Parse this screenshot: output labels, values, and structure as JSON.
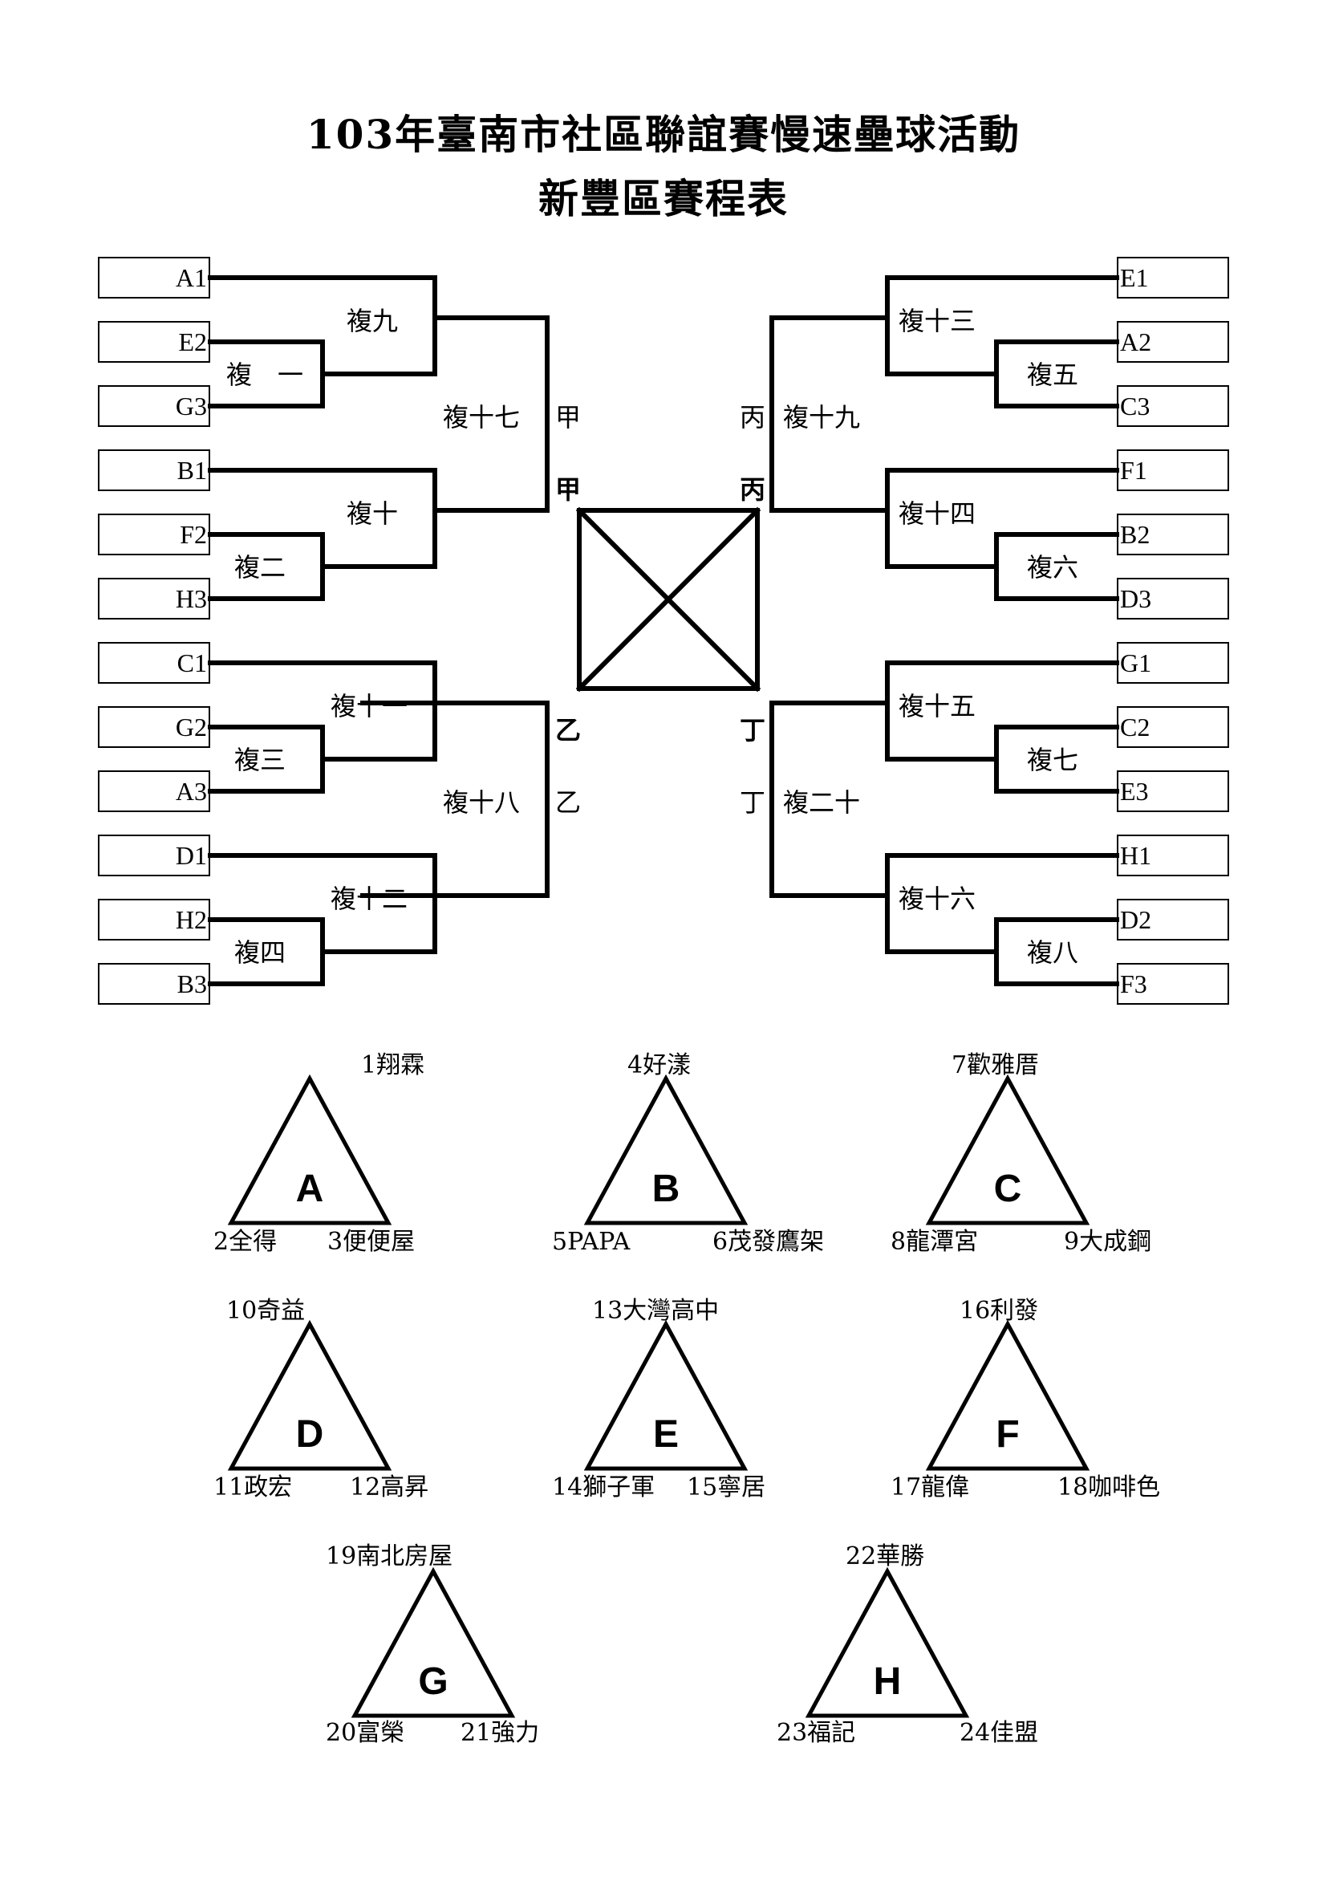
{
  "title": {
    "line1": "103年臺南市社區聯誼賽慢速壘球活動",
    "line2": "新豐區賽程表"
  },
  "bracket": {
    "left_slots": [
      "A1",
      "E2",
      "G3",
      "B1",
      "F2",
      "H3",
      "C1",
      "G2",
      "A3",
      "D1",
      "H2",
      "B3"
    ],
    "right_slots": [
      "E1",
      "A2",
      "C3",
      "F1",
      "B2",
      "D3",
      "G1",
      "C2",
      "E3",
      "H1",
      "D2",
      "F3"
    ],
    "games": {
      "g1": "複　一",
      "g2": "複二",
      "g3": "複三",
      "g4": "複四",
      "g5": "複五",
      "g6": "複六",
      "g7": "複七",
      "g8": "複八",
      "g9": "複九",
      "g10": "複十",
      "g11": "複十一",
      "g12": "複十二",
      "g13": "複十三",
      "g14": "複十四",
      "g15": "複十五",
      "g16": "複十六",
      "g17": "複十七",
      "g18": "複十八",
      "g19": "複十九",
      "g20": "複二十"
    },
    "finals": {
      "jia": "甲",
      "yi": "乙",
      "bing": "丙",
      "ding": "丁"
    }
  },
  "groups": [
    {
      "letter": "A",
      "top": "1翔霖",
      "left": "2全得",
      "right": "3便便屋"
    },
    {
      "letter": "B",
      "top": "4好漾",
      "left": "5PAPA",
      "right": "6茂發鷹架"
    },
    {
      "letter": "C",
      "top": "7歡雅厝",
      "left": "8龍潭宮",
      "right": "9大成鋼"
    },
    {
      "letter": "D",
      "top": "10奇益",
      "left": "11政宏",
      "right": "12高昇"
    },
    {
      "letter": "E",
      "top": "13大灣高中",
      "left": "14獅子軍",
      "right": "15寧居"
    },
    {
      "letter": "F",
      "top": "16利發",
      "left": "17龍偉",
      "right": "18咖啡色"
    },
    {
      "letter": "G",
      "top": "19南北房屋",
      "left": "20富榮",
      "right": "21強力"
    },
    {
      "letter": "H",
      "top": "22華勝",
      "left": "23福記",
      "right": "24佳盟"
    }
  ]
}
